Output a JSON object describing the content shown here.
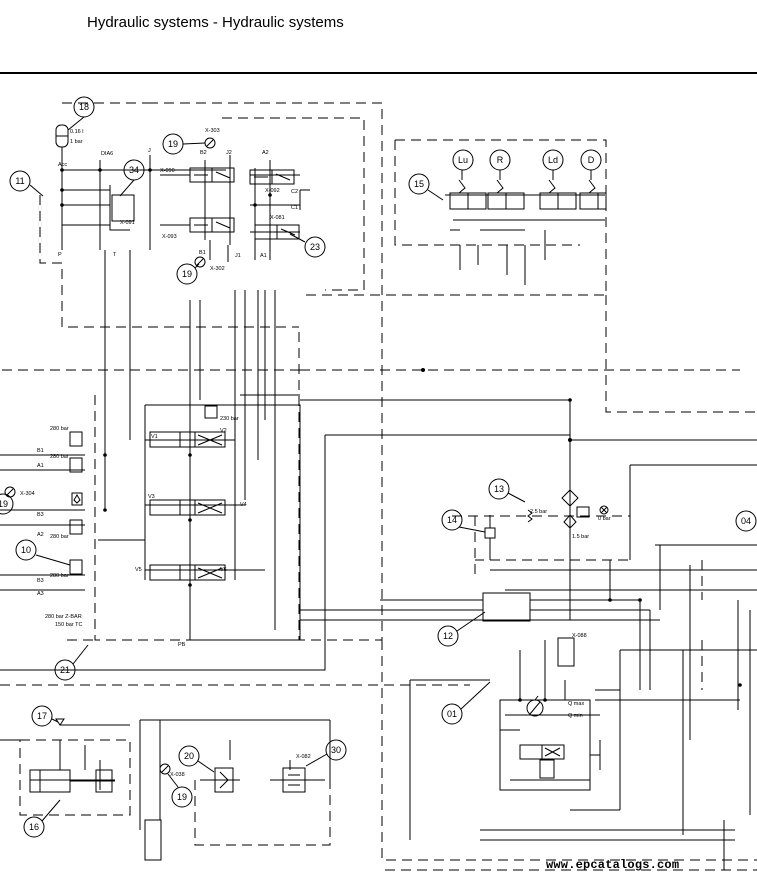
{
  "header": {
    "title": "Hydraulic systems - Hydraulic systems"
  },
  "watermark": "www.epcatalogs.com",
  "callouts": {
    "c18": "18",
    "c11": "11",
    "c19a": "19",
    "c34": "34",
    "c23": "23",
    "c19b": "19",
    "c15": "15",
    "c19c": "19",
    "c10": "10",
    "c21": "21",
    "c13": "13",
    "c14": "14",
    "c12": "12",
    "c04": "04",
    "c01": "01",
    "c17": "17",
    "c16": "16",
    "c20": "20",
    "c19d": "19",
    "c30": "30"
  },
  "pilot_valves": {
    "lu": "Lu",
    "r": "R",
    "ld": "Ld",
    "d": "D"
  },
  "labels": {
    "acc_vol": "0.16 l",
    "acc_bar": "1 bar",
    "acc": "Acc",
    "dia6": "DIA6",
    "j": "J",
    "b2": "B2",
    "j2": "J2",
    "a2": "A2",
    "x303": "X-303",
    "x090": "X-090",
    "x092": "X-092",
    "x091": "X-091",
    "x093": "X-093",
    "c2": "C2",
    "c1": "C1",
    "x081": "X-081",
    "b1": "B1",
    "j1": "J1",
    "a1": "A1",
    "x302": "X-302",
    "p": "P",
    "t": "T",
    "bar230": "230 bar",
    "v1": "V1",
    "v2": "V2",
    "v3": "V3",
    "v4": "V4",
    "v5": "V5",
    "v6": "V6",
    "bar280a": "280 bar",
    "bar280b": "280 bar",
    "bar280c": "280 bar",
    "bar280d": "280 bar",
    "x304": "X-304",
    "pb": "PB",
    "b1l": "B1",
    "a1l": "A1",
    "b3": "B3",
    "a2l": "A2",
    "b3b": "B3",
    "a3": "A3",
    "zbar": "280 bar Z-BAR",
    "tc": "150 bar TC",
    "bar25": "2.5 bar",
    "bar15": "1.5 bar",
    "bar0": "0 bar",
    "x088": "X-088",
    "qmax": "Q max",
    "qmin": "Q min",
    "x038": "X-038",
    "x082": "X-082"
  }
}
